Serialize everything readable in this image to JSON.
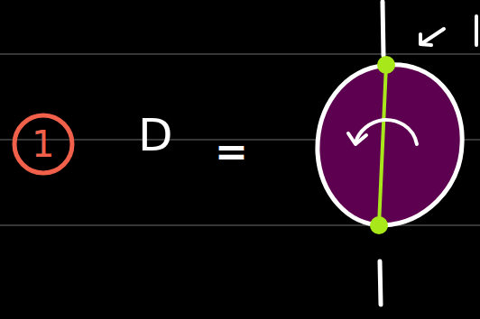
{
  "diagram": {
    "labels": [
      "1",
      "D",
      "="
    ]
  }
}
